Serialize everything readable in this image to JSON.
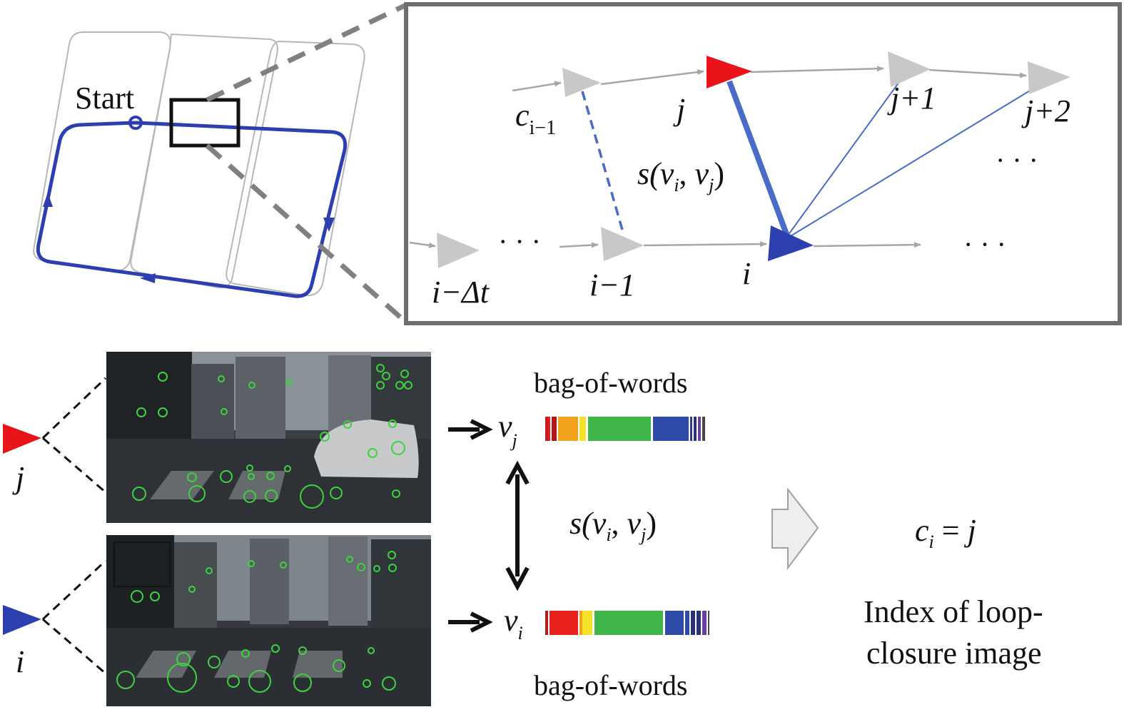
{
  "map": {
    "start_label": "Start"
  },
  "graph": {
    "labels": {
      "c_prev_base": "c",
      "c_prev_sub": "i−1",
      "j": "j",
      "j1": "j+1",
      "j2": "j+2",
      "dots_right": "· · ·",
      "dots_bottom_left": "· · ·",
      "dots_bottom_right": "· · ·",
      "i_minus_dt": "i−Δt",
      "i_minus_1": "i−1",
      "i": "i",
      "s_prefix": "s(",
      "s_vi_base": "v",
      "s_vi_sub": "i",
      "s_comma": ", ",
      "s_vj_base": "v",
      "s_vj_sub": "j",
      "s_suffix": ")"
    }
  },
  "bottom": {
    "node_j_label": "j",
    "node_i_label": "i",
    "bow_top_title": "bag-of-words",
    "bow_bottom_title": "bag-of-words",
    "vj_base": "v",
    "vj_sub": "j",
    "vi_base": "v",
    "vi_sub": "i",
    "sim_prefix": "s(",
    "sim_vi_base": "v",
    "sim_vi_sub": "i",
    "sim_comma": ", ",
    "sim_vj_base": "v",
    "sim_vj_sub": "j",
    "sim_suffix": ")",
    "result_base": "c",
    "result_sub": "i",
    "result_eq": " = ",
    "result_val": "j",
    "caption_line1": "Index of loop-",
    "caption_line2": "closure image"
  },
  "colors": {
    "red": "#e8141a",
    "blue": "#2b3fae",
    "gray_node": "#c8c8c8",
    "frame": "#6d6e71",
    "route": "#2d3fb0",
    "feature_green": "#3fd23f"
  },
  "bow_top": [
    {
      "color": "#c81c1c",
      "w": 4
    },
    {
      "color": "#e02020",
      "w": 3
    },
    {
      "color": "#ffffff",
      "w": 2
    },
    {
      "color": "#b01818",
      "w": 7
    },
    {
      "color": "#ffffff",
      "w": 2
    },
    {
      "color": "#f1a31e",
      "w": 28
    },
    {
      "color": "#ffffff",
      "w": 2
    },
    {
      "color": "#f4e12a",
      "w": 9
    },
    {
      "color": "#ffffff",
      "w": 3
    },
    {
      "color": "#3fb54a",
      "w": 88
    },
    {
      "color": "#ffffff",
      "w": 3
    },
    {
      "color": "#2d4aa8",
      "w": 50
    },
    {
      "color": "#ffffff",
      "w": 2
    },
    {
      "color": "#2f3a8f",
      "w": 3
    },
    {
      "color": "#ffffff",
      "w": 2
    },
    {
      "color": "#2b3273",
      "w": 4
    },
    {
      "color": "#ffffff",
      "w": 2
    },
    {
      "color": "#6b3fa0",
      "w": 4
    },
    {
      "color": "#ffffff",
      "w": 2
    },
    {
      "color": "#464646",
      "w": 4
    }
  ],
  "bow_bottom": [
    {
      "color": "#b51a1a",
      "w": 4
    },
    {
      "color": "#ffffff",
      "w": 2
    },
    {
      "color": "#e8201e",
      "w": 40
    },
    {
      "color": "#ffffff",
      "w": 2
    },
    {
      "color": "#f1a31e",
      "w": 4
    },
    {
      "color": "#f4e12a",
      "w": 14
    },
    {
      "color": "#ffffff",
      "w": 3
    },
    {
      "color": "#3fb54a",
      "w": 96
    },
    {
      "color": "#ffffff",
      "w": 3
    },
    {
      "color": "#2d4aa8",
      "w": 26
    },
    {
      "color": "#ffffff",
      "w": 2
    },
    {
      "color": "#2d4aa8",
      "w": 6
    },
    {
      "color": "#ffffff",
      "w": 2
    },
    {
      "color": "#2b3273",
      "w": 6
    },
    {
      "color": "#ffffff",
      "w": 2
    },
    {
      "color": "#2b3273",
      "w": 6
    },
    {
      "color": "#ffffff",
      "w": 2
    },
    {
      "color": "#6b3fa0",
      "w": 6
    },
    {
      "color": "#ffffff",
      "w": 2
    },
    {
      "color": "#464646",
      "w": 2
    }
  ]
}
